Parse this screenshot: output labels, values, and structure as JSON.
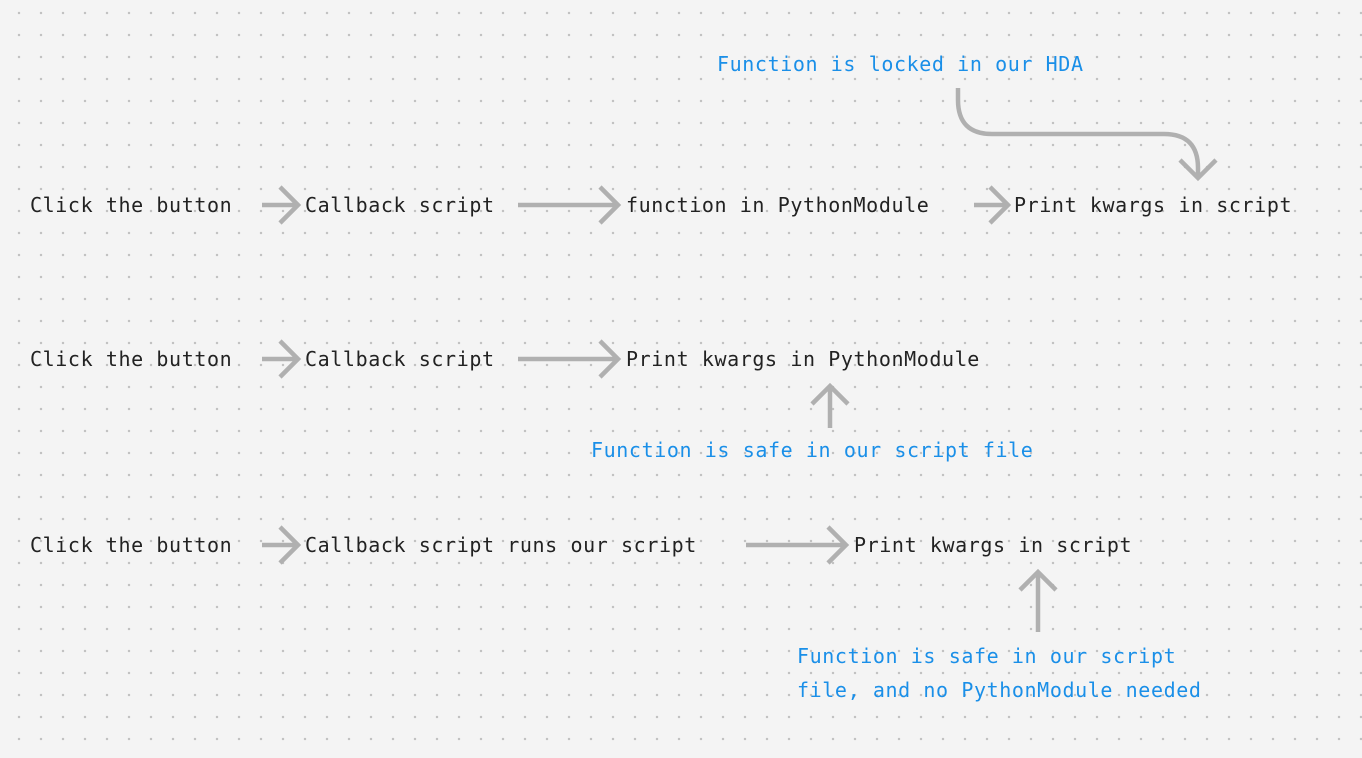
{
  "colors": {
    "background": "#f4f4f4",
    "text": "#222222",
    "annotation": "#1a8fe8",
    "arrow": "#b0b0b0"
  },
  "rows": [
    {
      "steps": [
        "Click the button",
        "Callback script",
        "function in PythonModule",
        "Print kwargs in script"
      ]
    },
    {
      "steps": [
        "Click the button",
        "Callback script",
        "Print kwargs in PythonModule"
      ]
    },
    {
      "steps": [
        "Click the button",
        "Callback script runs our script",
        "Print kwargs in script"
      ]
    }
  ],
  "annotations": [
    {
      "lines": [
        "Function is locked in our HDA"
      ]
    },
    {
      "lines": [
        "Function is safe in our script file"
      ]
    },
    {
      "lines": [
        "Function is safe in our script",
        "file, and no PythonModule needed"
      ]
    }
  ]
}
